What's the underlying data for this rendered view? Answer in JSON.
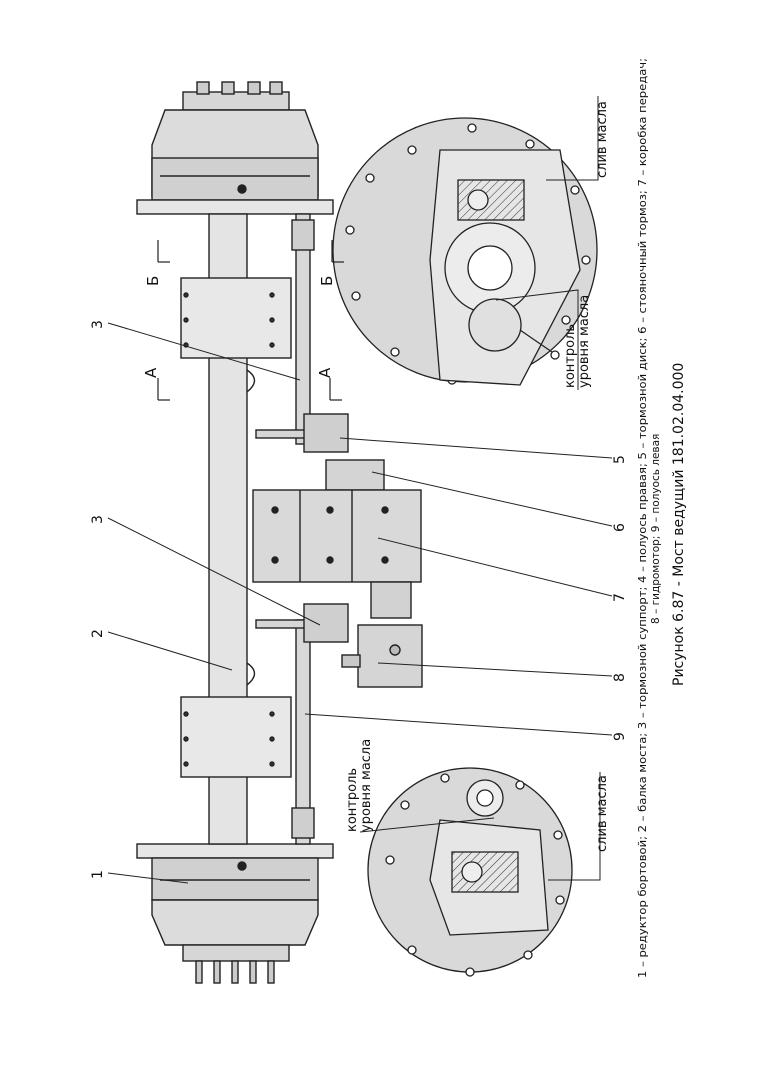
{
  "figure": {
    "caption": "Рисунок 6.87 - Мост ведущий 181.02.04.000",
    "legend_line1": "1 – редуктор бортовой; 2 – балка моста; 3 – тормозной суппорт; 4 – полуось правая; 5 – тормозной диск; 6 – стояночный тормоз; 7 – коробка передач;",
    "legend_line2": "8 – гидромотор; 9 – полуось левая"
  },
  "callouts": [
    "1",
    "2",
    "3",
    "3",
    "5",
    "6",
    "7",
    "8",
    "9"
  ],
  "section_marks": {
    "b": "Б",
    "a": "А"
  },
  "annotations": {
    "oil_drain": "слив масла",
    "oil_level_line1": "контроль",
    "oil_level_line2": "уровня масла"
  }
}
